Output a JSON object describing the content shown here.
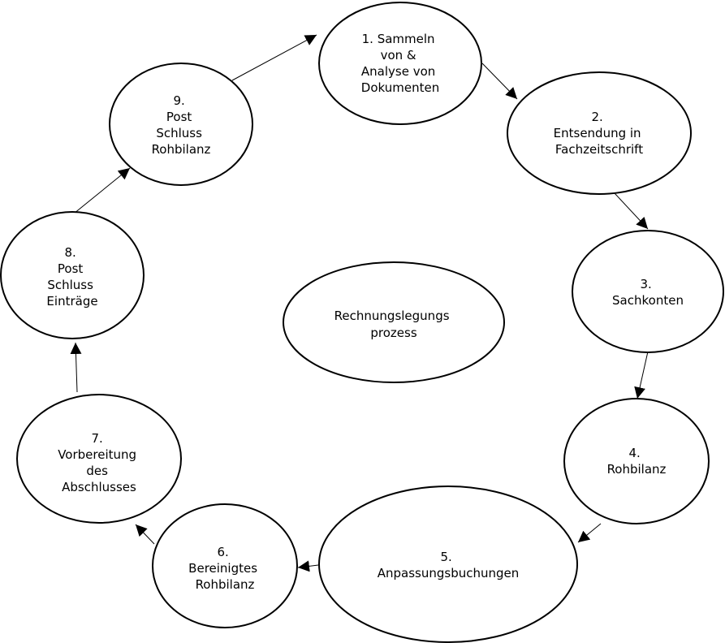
{
  "center": {
    "lines": [
      "Rechnungslegungs",
      "prozess"
    ]
  },
  "steps": [
    {
      "id": "step-1",
      "lines": [
        "1. Sammeln",
        "von &",
        "Analyse von",
        "Dokumenten"
      ]
    },
    {
      "id": "step-2",
      "lines": [
        "2.",
        "Entsendung in",
        "Fachzeitschrift"
      ]
    },
    {
      "id": "step-3",
      "lines": [
        "3.",
        "Sachkonten"
      ]
    },
    {
      "id": "step-4",
      "lines": [
        "4.",
        "Rohbilanz"
      ]
    },
    {
      "id": "step-5",
      "lines": [
        "5.",
        "Anpassungsbuchungen"
      ]
    },
    {
      "id": "step-6",
      "lines": [
        "6.",
        "Bereinigtes",
        "Rohbilanz"
      ]
    },
    {
      "id": "step-7",
      "lines": [
        "7.",
        "Vorbereitung",
        "des",
        "Abschlusses"
      ]
    },
    {
      "id": "step-8",
      "lines": [
        "8.",
        "Post",
        "Schluss",
        "Einträge"
      ]
    },
    {
      "id": "step-9",
      "lines": [
        "9.",
        "Post",
        "Schluss",
        "Rohbilanz"
      ]
    }
  ],
  "edges": [
    {
      "from": "step-1",
      "to": "step-2"
    },
    {
      "from": "step-2",
      "to": "step-3"
    },
    {
      "from": "step-3",
      "to": "step-4"
    },
    {
      "from": "step-4",
      "to": "step-5"
    },
    {
      "from": "step-5",
      "to": "step-6"
    },
    {
      "from": "step-6",
      "to": "step-7"
    },
    {
      "from": "step-7",
      "to": "step-8"
    },
    {
      "from": "step-8",
      "to": "step-9"
    },
    {
      "from": "step-9",
      "to": "step-1"
    }
  ]
}
